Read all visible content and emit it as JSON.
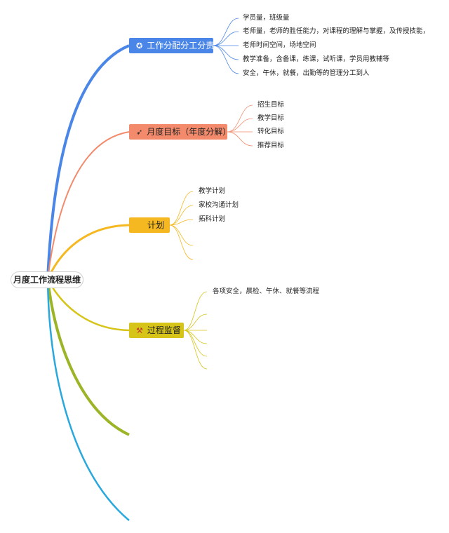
{
  "root": {
    "label": "月度工作流程思维"
  },
  "branches": [
    {
      "label": "工作分配分工分责",
      "icon": "award-icon",
      "icon_glyph": "✪",
      "color": "#4a86e8",
      "children": [
        "学员量，班级量",
        "老师量，老师的胜任能力，对课程的理解与掌握，及传授技能，",
        "老师时间空间，场地空间",
        "教学准备，含备课，练课，试听课，学员用教辅等",
        "安全，午休，就餐，出勤等的管理分工到人"
      ]
    },
    {
      "label": "月度目标（年度分解）",
      "icon": "paper-plane-icon",
      "icon_glyph": "➶",
      "color": "#f28a6b",
      "children": [
        "招生目标",
        "教学目标",
        "转化目标",
        "推荐目标"
      ]
    },
    {
      "label": "计划",
      "icon": "",
      "color": "#f5b820",
      "children": [
        "教学计划",
        "家校沟通计划",
        "拓科计划",
        "",
        ""
      ]
    },
    {
      "label": "过程监督",
      "icon": "tools-icon",
      "icon_glyph": "⚒",
      "color": "#d6c419",
      "children": [
        "各项安全，晨检、午休、就餐等流程",
        "",
        "",
        "",
        "",
        ""
      ]
    },
    {
      "label": "",
      "color": "#9bb526",
      "children": []
    },
    {
      "label": "",
      "color": "#29a8de",
      "children": []
    }
  ]
}
